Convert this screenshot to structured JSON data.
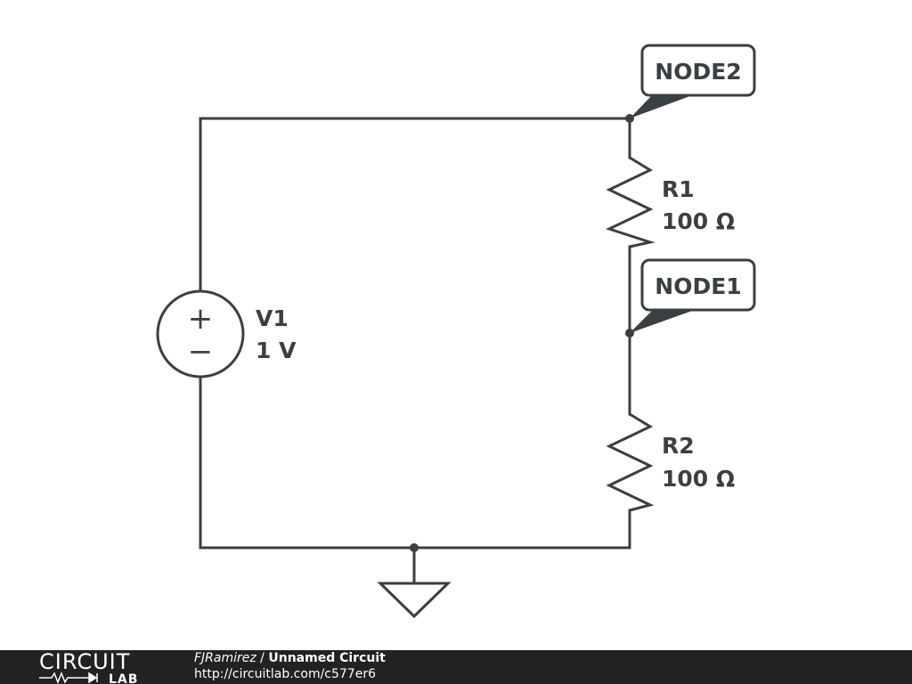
{
  "components": {
    "V1": {
      "name": "V1",
      "value": "1 V",
      "plus": "+",
      "minus": "−"
    },
    "R1": {
      "name": "R1",
      "value": "100 Ω"
    },
    "R2": {
      "name": "R2",
      "value": "100 Ω"
    }
  },
  "net_labels": {
    "node2": "NODE2",
    "node1": "NODE1"
  },
  "footer": {
    "logo_top": "CIRCUIT",
    "logo_bottom": "LAB",
    "author": "FJRamirez",
    "separator": " / ",
    "circuit_title": "Unnamed Circuit",
    "url": "http://circuitlab.com/c577er6"
  },
  "colors": {
    "ink": "#3a3f42",
    "footer_bg": "#222222",
    "footer_text": "#ffffff"
  }
}
